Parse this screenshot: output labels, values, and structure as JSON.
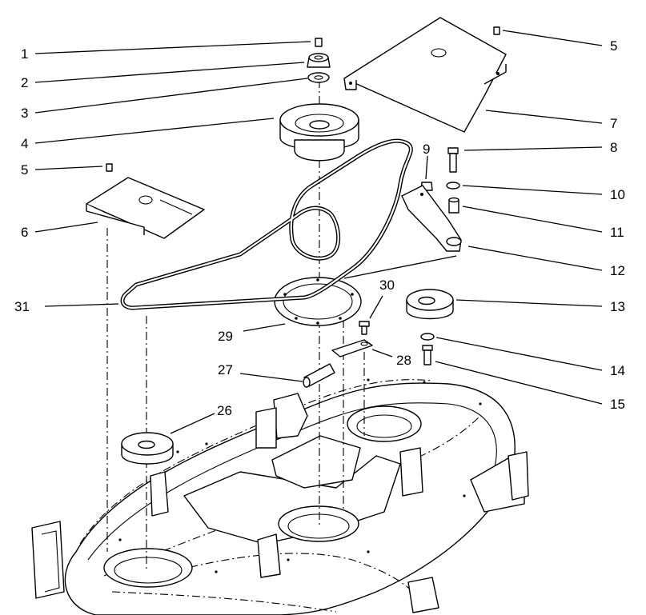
{
  "diagram": {
    "callouts": [
      {
        "id": "c1",
        "text": "1"
      },
      {
        "id": "c2",
        "text": "2"
      },
      {
        "id": "c3",
        "text": "3"
      },
      {
        "id": "c4",
        "text": "4"
      },
      {
        "id": "c5a",
        "text": "5"
      },
      {
        "id": "c5b",
        "text": "5"
      },
      {
        "id": "c6",
        "text": "6"
      },
      {
        "id": "c7",
        "text": "7"
      },
      {
        "id": "c8",
        "text": "8"
      },
      {
        "id": "c9",
        "text": "9"
      },
      {
        "id": "c10",
        "text": "10"
      },
      {
        "id": "c11",
        "text": "11"
      },
      {
        "id": "c12",
        "text": "12"
      },
      {
        "id": "c13",
        "text": "13"
      },
      {
        "id": "c14",
        "text": "14"
      },
      {
        "id": "c15",
        "text": "15"
      },
      {
        "id": "c26",
        "text": "26"
      },
      {
        "id": "c27",
        "text": "27"
      },
      {
        "id": "c28",
        "text": "28"
      },
      {
        "id": "c29",
        "text": "29"
      },
      {
        "id": "c30",
        "text": "30"
      },
      {
        "id": "c31",
        "text": "31"
      }
    ]
  }
}
